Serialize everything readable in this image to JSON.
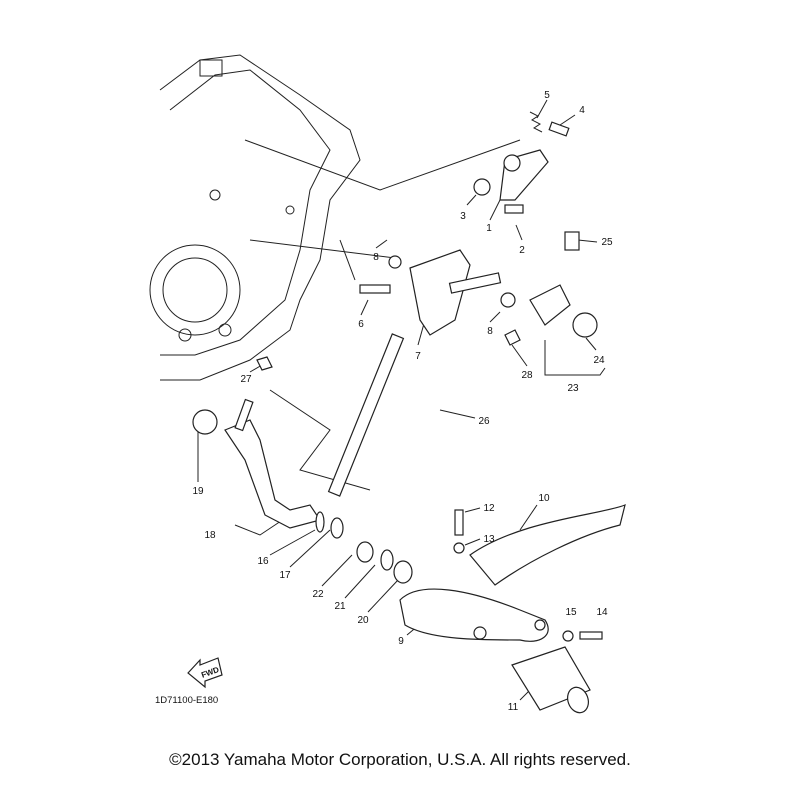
{
  "diagram": {
    "callouts": [
      "5",
      "4",
      "3",
      "1",
      "2",
      "25",
      "8",
      "6",
      "8",
      "7",
      "24",
      "28",
      "23",
      "27",
      "26",
      "19",
      "18",
      "12",
      "10",
      "13",
      "16",
      "17",
      "22",
      "21",
      "20",
      "9",
      "15",
      "14",
      "11"
    ],
    "fwd_arrow_label": "FWD",
    "diagram_code": "1D71100-E180"
  },
  "footer": {
    "copyright": "©2013 Yamaha Motor Corporation, U.S.A. All rights reserved."
  }
}
